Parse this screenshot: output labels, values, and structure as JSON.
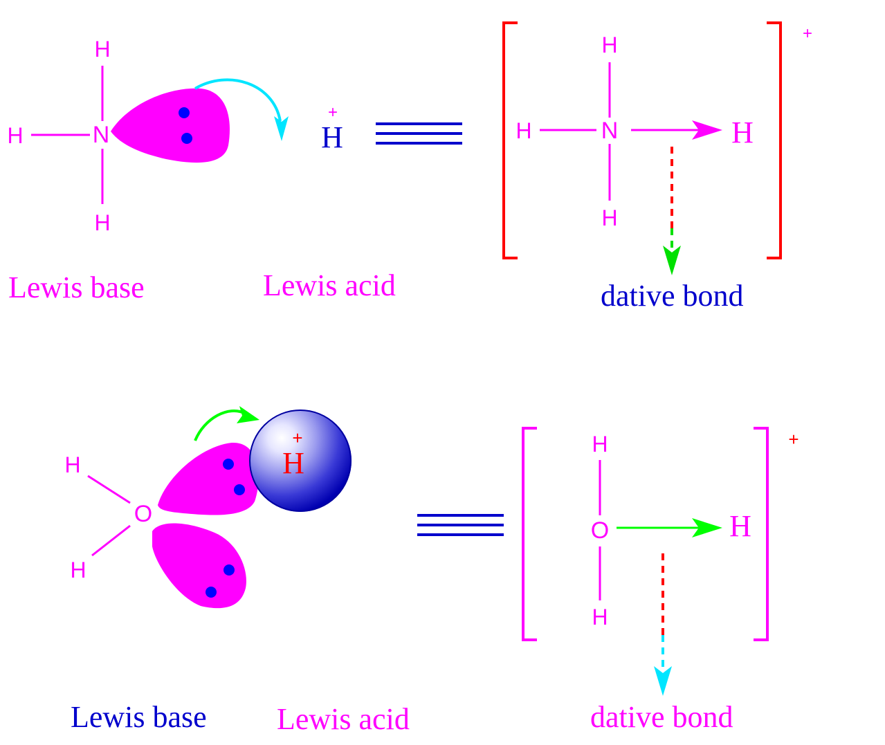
{
  "colors": {
    "magenta": "#ff00ff",
    "blue": "#0000cc",
    "red": "#ff0000",
    "cyan": "#00e5ff",
    "green": "#00ff00",
    "dotblue": "#0000ff"
  },
  "top": {
    "base_atoms": {
      "center": "N",
      "top": "H",
      "left": "H",
      "bottom": "H"
    },
    "proton": {
      "symbol": "H",
      "charge": "+"
    },
    "product_atoms": {
      "center": "N",
      "top": "H",
      "left": "H",
      "bottom": "H",
      "right": "H"
    },
    "complex_charge": "+",
    "label_base": "Lewis base",
    "label_acid": "Lewis acid",
    "label_dative": "dative bond"
  },
  "bottom": {
    "base_atoms": {
      "center": "O",
      "upper": "H",
      "lower": "H"
    },
    "proton": {
      "symbol": "H",
      "charge": "+"
    },
    "product_atoms": {
      "center": "O",
      "top": "H",
      "bottom": "H",
      "right": "H"
    },
    "complex_charge": "+",
    "label_base": "Lewis base",
    "label_acid": "Lewis acid",
    "label_dative": "dative bond"
  }
}
